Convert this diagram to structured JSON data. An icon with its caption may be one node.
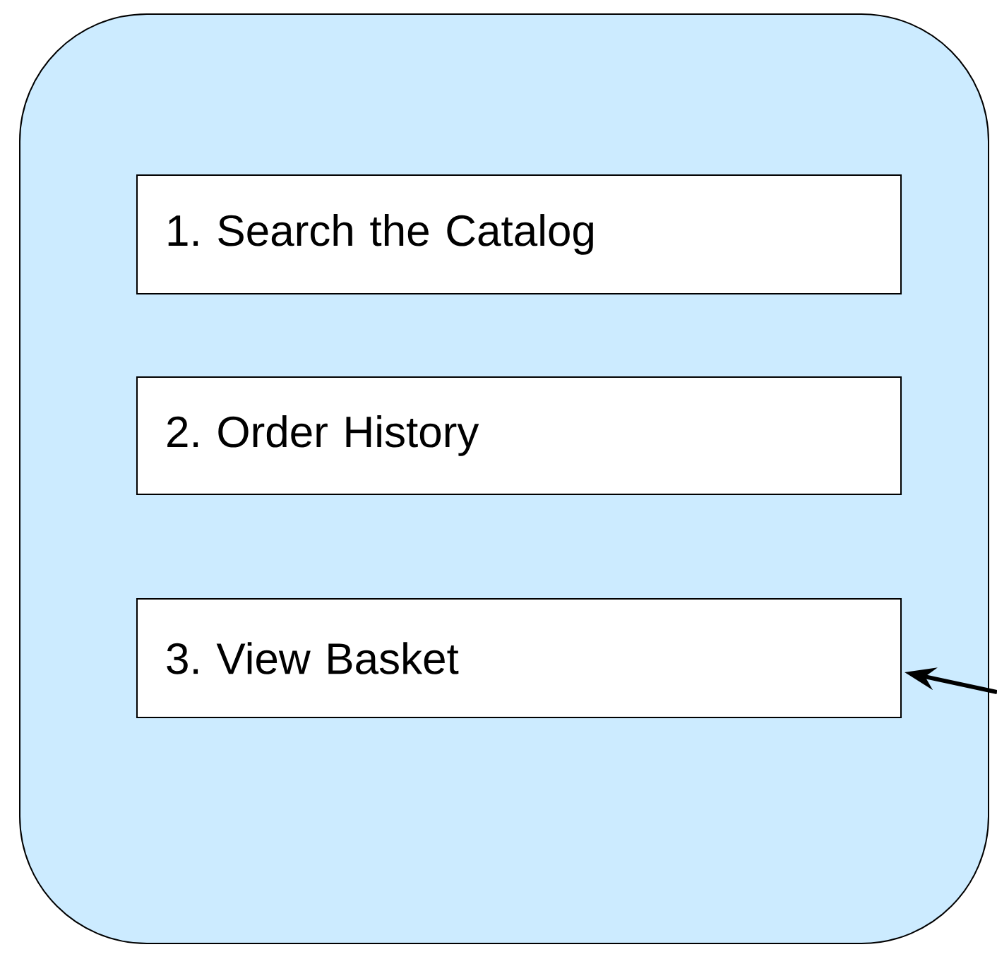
{
  "diagram": {
    "nodes": [
      {
        "text": [],
        "shape": "box"
      },
      {
        "text": [
          "1. Search the Catalog"
        ],
        "in": 0
      },
      {
        "text": [
          "2. Order History"
        ],
        "in": 0
      },
      {
        "text": [
          "3. View Basket"
        ],
        "in": 0
      }
    ],
    "edges": [
      {
        "from": null,
        "to": 3,
        "arrow": "to"
      }
    ]
  }
}
